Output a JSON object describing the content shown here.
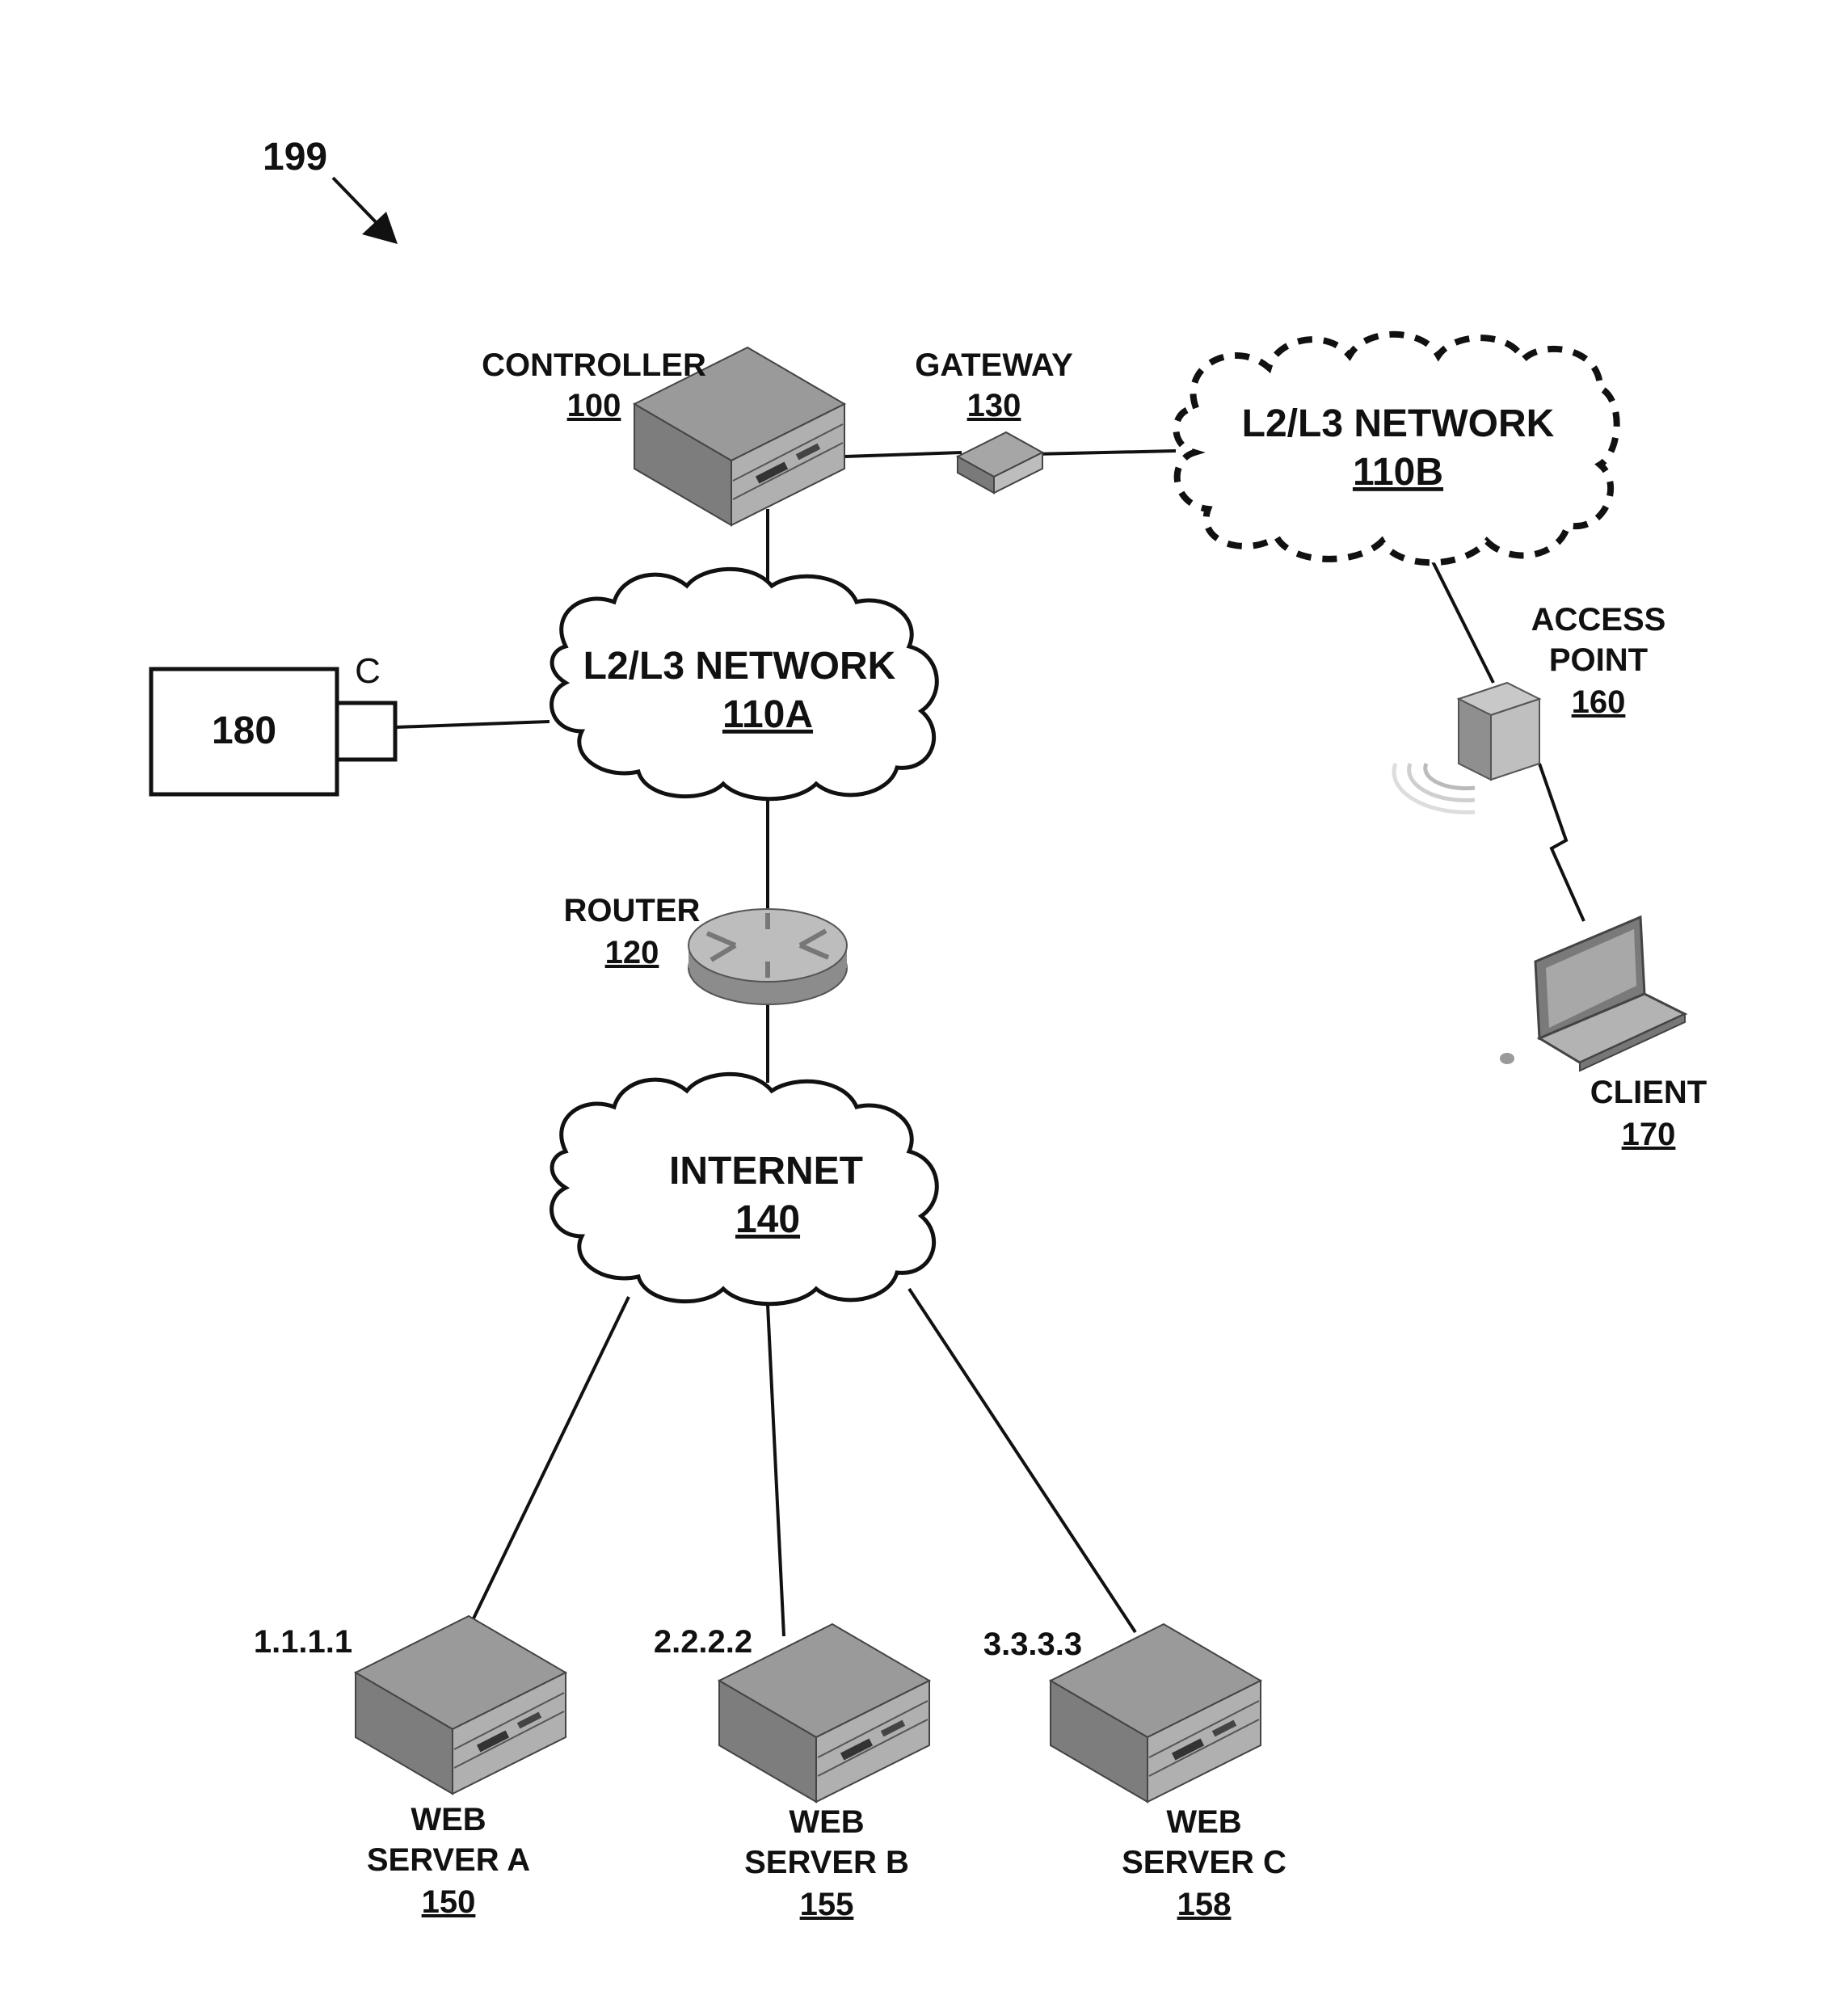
{
  "figure_ref": "199",
  "nodes": {
    "controller": {
      "name": "CONTROLLER",
      "ref": "100"
    },
    "gateway": {
      "name": "GATEWAY",
      "ref": "130"
    },
    "network_b": {
      "name": "L2/L3 NETWORK",
      "ref": "110B"
    },
    "network_a": {
      "name": "L2/L3 NETWORK",
      "ref": "110A"
    },
    "device_180": {
      "ref": "180",
      "port": "C"
    },
    "access_point": {
      "name_line1": "ACCESS",
      "name_line2": "POINT",
      "ref": "160"
    },
    "client": {
      "name": "CLIENT",
      "ref": "170"
    },
    "router": {
      "name": "ROUTER",
      "ref": "120"
    },
    "internet": {
      "name": "INTERNET",
      "ref": "140"
    },
    "server_a": {
      "ip": "1.1.1.1",
      "name_line1": "WEB",
      "name_line2": "SERVER A",
      "ref": "150"
    },
    "server_b": {
      "ip": "2.2.2.2",
      "name_line1": "WEB",
      "name_line2": "SERVER B",
      "ref": "155"
    },
    "server_c": {
      "ip": "3.3.3.3",
      "name_line1": "WEB",
      "name_line2": "SERVER C",
      "ref": "158"
    }
  }
}
